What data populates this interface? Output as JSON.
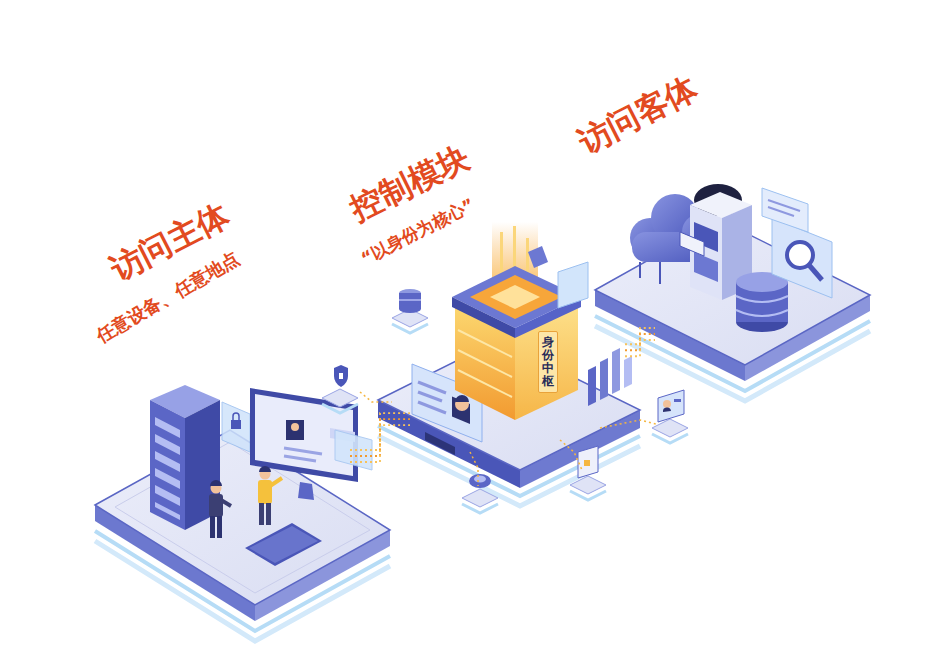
{
  "diagram": {
    "nodes": [
      {
        "text": [
          "访问主体",
          "任意设备、任意地点"
        ]
      },
      {
        "text": [
          "控制模块",
          "“以身份为核心”"
        ]
      },
      {
        "text": [
          "身份中枢"
        ],
        "in": 1
      },
      {
        "text": [
          "访问客体"
        ]
      }
    ],
    "edges": [
      {
        "from": 0,
        "to": 1,
        "arrow": "none"
      },
      {
        "from": 1,
        "to": 3,
        "arrow": "none"
      }
    ]
  }
}
